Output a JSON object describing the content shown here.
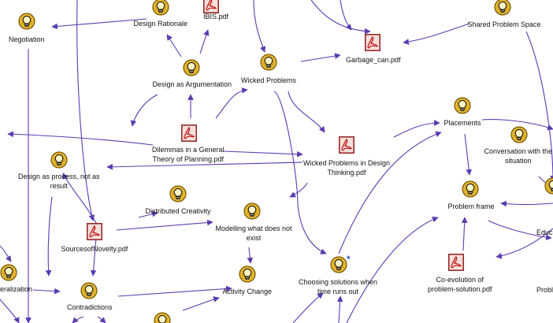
{
  "palette": {
    "link": "#5b3bb0",
    "idea_fill": "#d9a81c",
    "idea_ring": "#7a5a05",
    "pdf_border": "#8a1010",
    "pdf_fill": "#f4e0dc",
    "pdf_mark": "#c01818"
  },
  "nodes": [
    {
      "id": "negotiation",
      "type": "idea",
      "icon": "lightbulb-icon",
      "label": [
        "Negotiation"
      ]
    },
    {
      "id": "design-rationale",
      "type": "idea",
      "icon": "lightbulb-icon",
      "label": [
        "Design Rationale"
      ]
    },
    {
      "id": "ibis",
      "type": "pdf",
      "icon": "pdf-icon",
      "label": [
        "IBIS.pdf"
      ]
    },
    {
      "id": "design-as-argumentation",
      "type": "idea",
      "icon": "lightbulb-icon",
      "label": [
        "Design as Argumentation"
      ]
    },
    {
      "id": "wicked-problems",
      "type": "idea",
      "icon": "lightbulb-icon",
      "label": [
        "Wicked Problems"
      ]
    },
    {
      "id": "garbage-can",
      "type": "pdf",
      "icon": "pdf-icon",
      "label": [
        "Garbage_can.pdf"
      ]
    },
    {
      "id": "shared-problem-space",
      "type": "idea",
      "icon": "lightbulb-icon",
      "label": [
        "Shared Problem Space"
      ]
    },
    {
      "id": "placements",
      "type": "idea",
      "icon": "lightbulb-icon",
      "label": [
        "Placements"
      ]
    },
    {
      "id": "conversation",
      "type": "idea",
      "icon": "lightbulb-icon",
      "label": [
        "Conversation with the",
        "situation"
      ]
    },
    {
      "id": "dilemmas",
      "type": "pdf",
      "icon": "pdf-icon",
      "label": [
        "Dilemmas in a General",
        "Theory of Planning.pdf"
      ]
    },
    {
      "id": "wicked-design-thinking",
      "type": "pdf",
      "icon": "pdf-icon",
      "label": [
        "Wicked Problems in Design",
        "Thinking.pdf"
      ]
    },
    {
      "id": "design-as-process",
      "type": "idea",
      "icon": "lightbulb-icon",
      "label": [
        "Design as process, not as",
        "result"
      ]
    },
    {
      "id": "distributed-creativity",
      "type": "idea",
      "icon": "lightbulb-icon",
      "label": [
        "Distributed Creativity"
      ]
    },
    {
      "id": "modelling",
      "type": "idea",
      "icon": "lightbulb-icon",
      "label": [
        "Modelling what does not",
        "exist"
      ]
    },
    {
      "id": "problem-frame",
      "type": "idea",
      "icon": "lightbulb-icon",
      "label": [
        "Problem frame"
      ]
    },
    {
      "id": "sources-of-novelty",
      "type": "pdf",
      "icon": "pdf-icon",
      "label": [
        "SourcesofNovelty.pdf"
      ]
    },
    {
      "id": "choosing-solutions",
      "type": "idea",
      "icon": "lightbulb-icon",
      "label": [
        "Choosing solutions when",
        "time runs out"
      ],
      "starred": true
    },
    {
      "id": "co-evolution",
      "type": "pdf",
      "icon": "pdf-icon",
      "label": [
        "Co-evolution of",
        "problem-solution.pdf"
      ]
    },
    {
      "id": "generalization",
      "type": "idea",
      "icon": "lightbulb-icon",
      "label": [
        "eralization"
      ]
    },
    {
      "id": "contradictions",
      "type": "idea",
      "icon": "lightbulb-icon",
      "label": [
        "Contradictions"
      ]
    },
    {
      "id": "activity-change",
      "type": "idea",
      "icon": "lightbulb-icon",
      "label": [
        "Activity Change"
      ]
    },
    {
      "id": "edu-partial",
      "type": "text",
      "label": [
        "Educ"
      ]
    },
    {
      "id": "probl-partial",
      "type": "text",
      "label": [
        "Probl"
      ]
    },
    {
      "id": "bottom-partial",
      "type": "idea",
      "icon": "lightbulb-icon",
      "label": []
    },
    {
      "id": "mid-partial",
      "type": "idea",
      "icon": "lightbulb-icon",
      "label": []
    }
  ]
}
